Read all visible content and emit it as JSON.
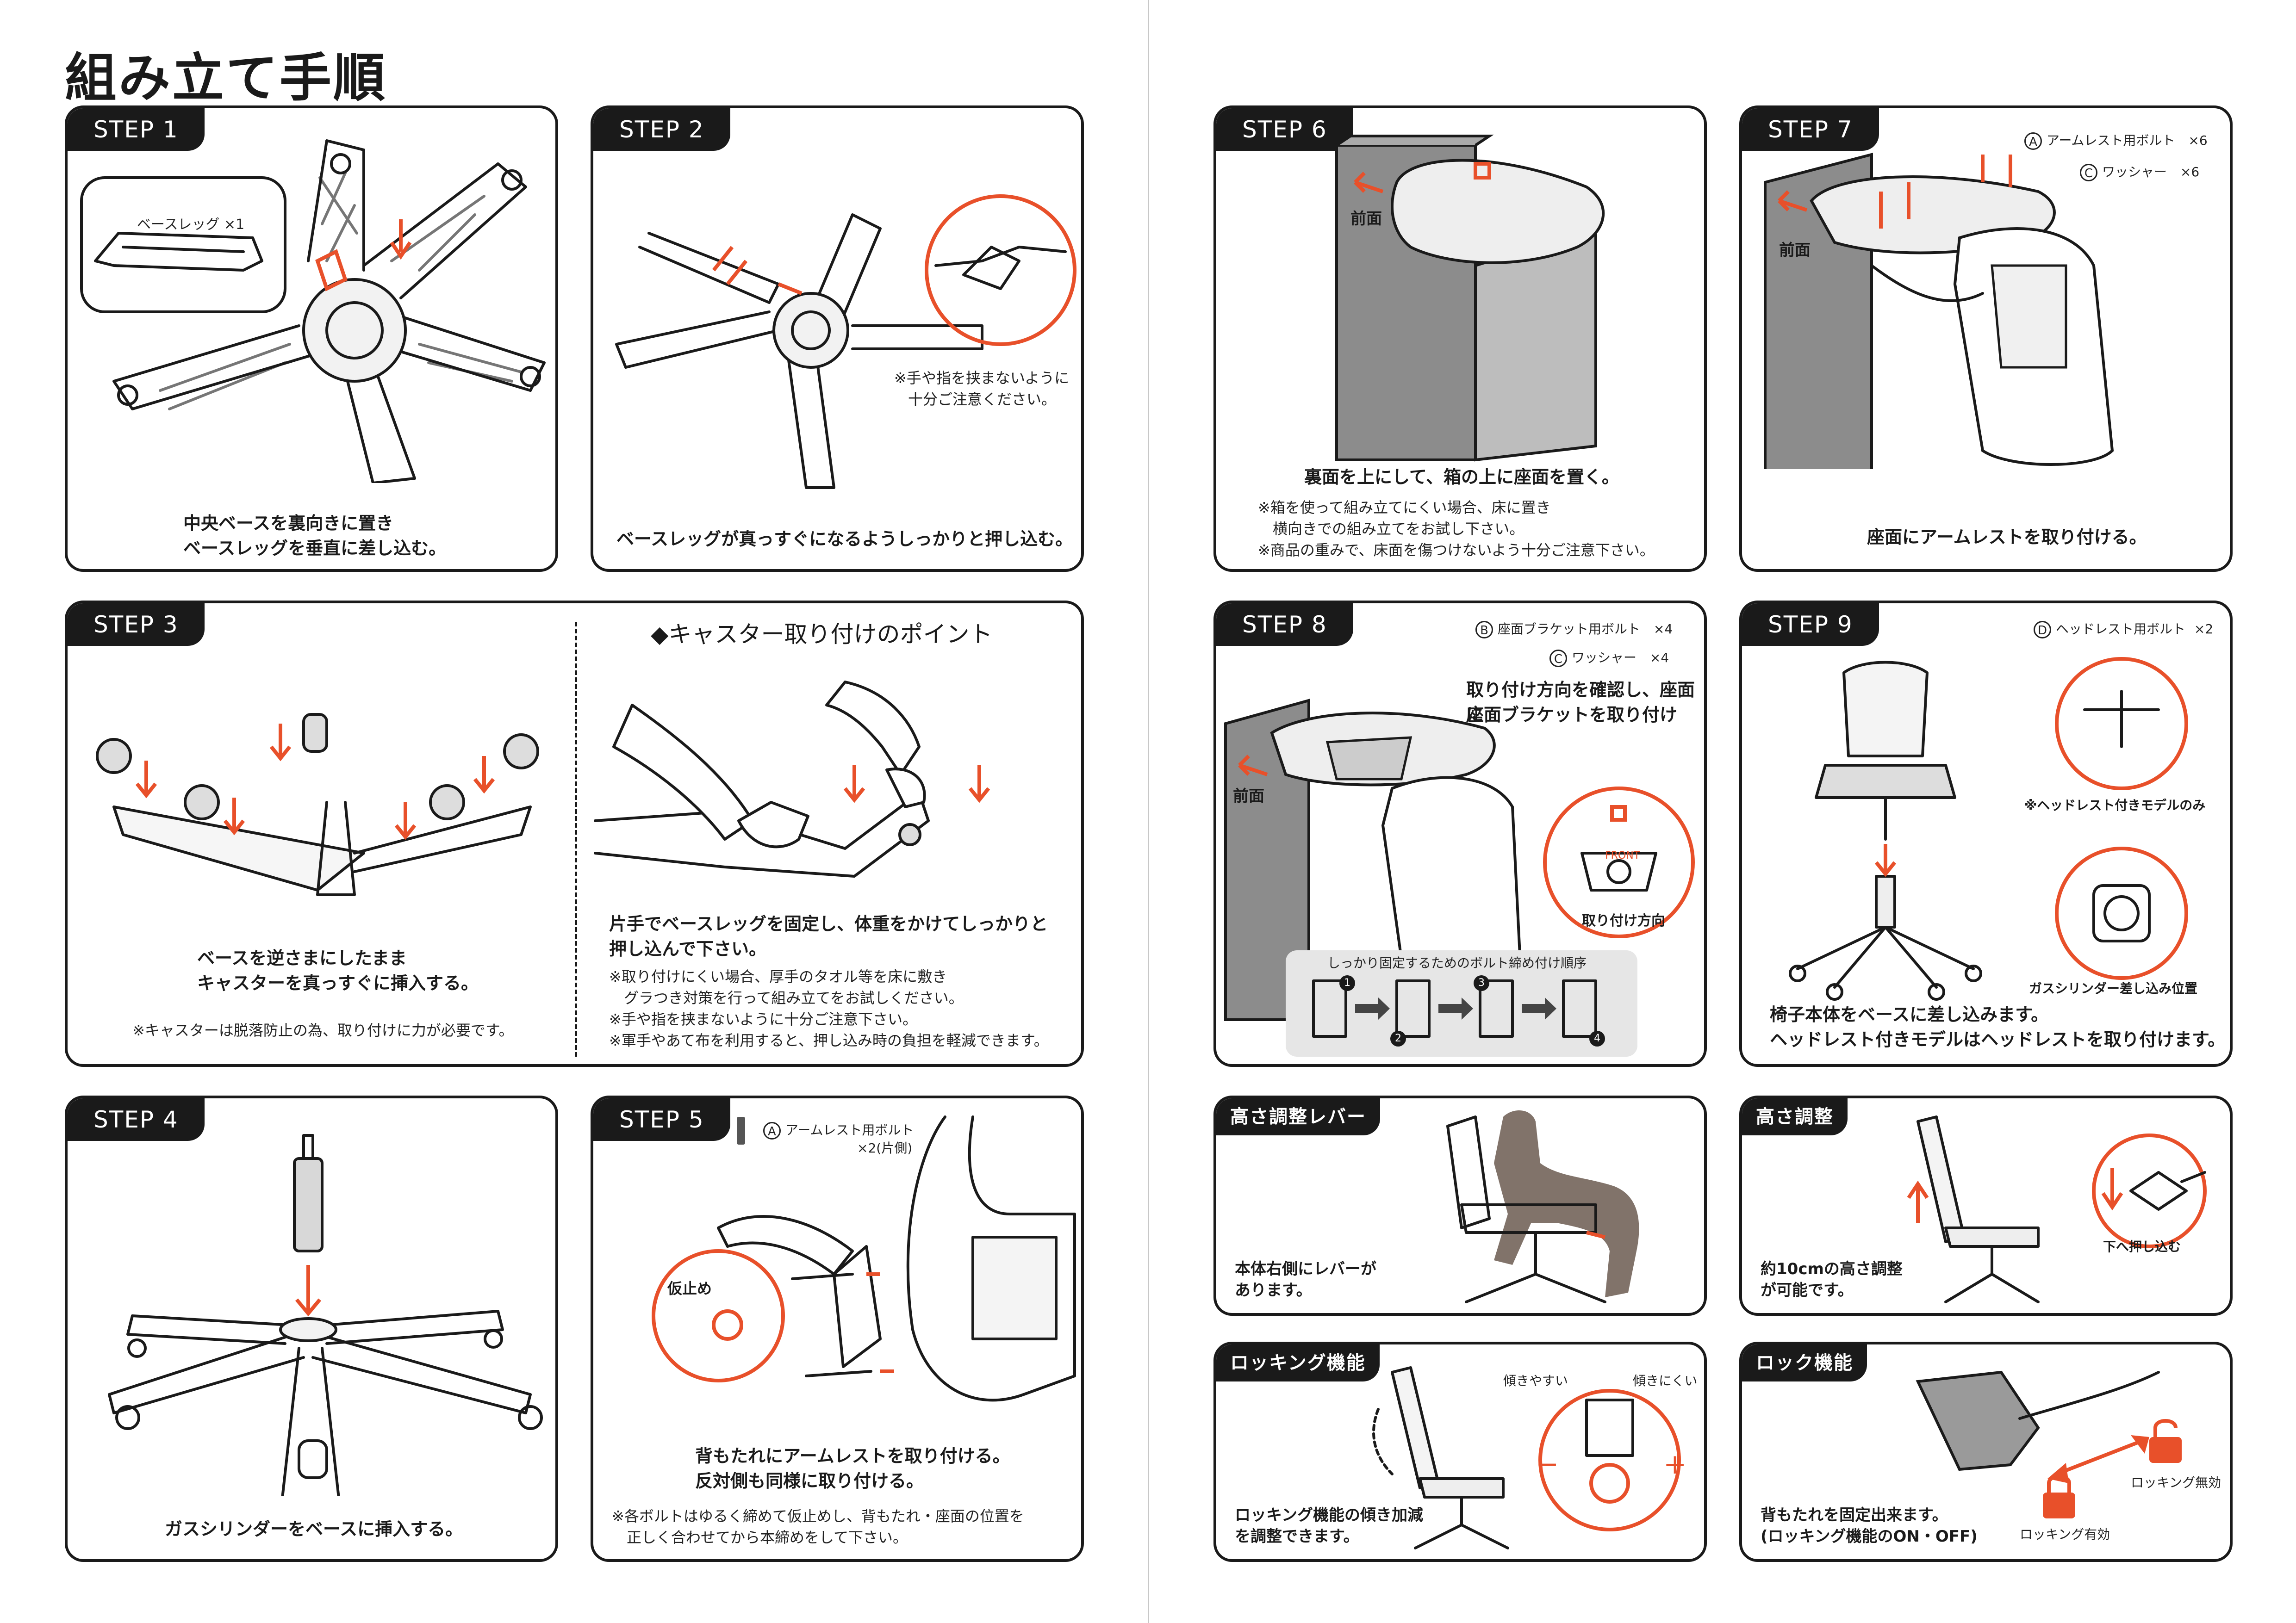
{
  "page": {
    "title": "組み立て手順"
  },
  "step1": {
    "tab": "STEP 1",
    "part_label": "ベースレッグ ×1",
    "caption_line1": "中央ベースを裏向きに置き",
    "caption_line2": "ベースレッグを垂直に差し込む。"
  },
  "step2": {
    "tab": "STEP 2",
    "warn_line1": "※手や指を挟まないように",
    "warn_line2": "十分ご注意ください。",
    "caption": "ベースレッグが真っすぐになるようしっかりと押し込む。"
  },
  "step3": {
    "tab": "STEP 3",
    "caption_line1": "ベースを逆さまにしたまま",
    "caption_line2": "キャスターを真っすぐに挿入する。",
    "note": "※キャスターは脱落防止の為、取り付けに力が必要です。",
    "point_title": "◆キャスター取り付けのポイント",
    "point_caption_line1": "片手でベースレッグを固定し、体重をかけてしっかりと",
    "point_caption_line2": "押し込んで下さい。",
    "point_notes": [
      "※取り付けにくい場合、厚手のタオル等を床に敷き",
      "　グラつき対策を行って組み立てをお試しください。",
      "※手や指を挟まないように十分ご注意下さい。",
      "※軍手やあて布を利用すると、押し込み時の負担を軽減できます。"
    ]
  },
  "step4": {
    "tab": "STEP 4",
    "caption": "ガスシリンダーをベースに挿入する。"
  },
  "step5": {
    "tab": "STEP 5",
    "part_badge": "A",
    "part_label": "アームレスト用ボルト",
    "part_qty": "×2(片側)",
    "callout": "仮止め",
    "caption_line1": "背もたれにアームレストを取り付ける。",
    "caption_line2": "反対側も同様に取り付ける。",
    "note_line1": "※各ボルトはゆるく締めて仮止めし、背もたれ・座面の位置を",
    "note_line2": "　正しく合わせてから本締めをして下さい。"
  },
  "step6": {
    "tab": "STEP 6",
    "front_label": "前面",
    "caption": "裏面を上にして、箱の上に座面を置く。",
    "notes": [
      "※箱を使って組み立てにくい場合、床に置き",
      "　横向きでの組み立てをお試し下さい。",
      "※商品の重みで、床面を傷つけないよう十分ご注意下さい。"
    ]
  },
  "step7": {
    "tab": "STEP 7",
    "front_label": "前面",
    "part_a_badge": "A",
    "part_a_label": "アームレスト用ボルト",
    "part_a_qty": "×6",
    "part_c_badge": "C",
    "part_c_label": "ワッシャー",
    "part_c_qty": "×6",
    "caption": "座面にアームレストを取り付ける。"
  },
  "step8": {
    "tab": "STEP 8",
    "front_label": "前面",
    "part_b_badge": "B",
    "part_b_label": "座面ブラケット用ボルト",
    "part_b_qty": "×4",
    "part_c_badge": "C",
    "part_c_label": "ワッシャー",
    "part_c_qty": "×4",
    "caption_line1": "取り付け方向を確認し、座面に",
    "caption_line2": "座面ブラケットを取り付ける。",
    "direction_label": "取り付け方向",
    "front_mark": "FRONT",
    "order_title": "しっかり固定するためのボルト締め付け順序",
    "order": [
      "1",
      "2",
      "3",
      "4"
    ]
  },
  "step9": {
    "tab": "STEP 9",
    "part_d_badge": "D",
    "part_d_label": "ヘッドレスト用ボルト",
    "part_d_qty": "×2",
    "headrest_note": "※ヘッドレスト付きモデルのみ",
    "gas_label": "ガスシリンダー差し込み位置",
    "caption_line1": "椅子本体をベースに差し込みます。",
    "caption_line2": "ヘッドレスト付きモデルはヘッドレストを取り付けます。"
  },
  "lever": {
    "tab": "高さ調整レバー",
    "caption_line1": "本体右側にレバーが",
    "caption_line2": "あります。"
  },
  "height": {
    "tab": "高さ調整",
    "caption_line1": "約10cmの高さ調整",
    "caption_line2": "が可能です。",
    "push_label": "下へ押し込む"
  },
  "rocking": {
    "tab": "ロッキング機能",
    "easy": "傾きやすい",
    "hard": "傾きにくい",
    "minus": "−",
    "plus": "+",
    "caption_line1": "ロッキング機能の傾き加減",
    "caption_line2": "を調整できます。"
  },
  "lock": {
    "tab": "ロック機能",
    "disabled": "ロッキング無効",
    "enabled": "ロッキング有効",
    "caption_line1": "背もたれを固定出来ます。",
    "caption_line2": "(ロッキング機能のON・OFF)"
  },
  "colors": {
    "accent": "#e8502a",
    "ink": "#1a1a1a",
    "box": "#8c8c8c"
  }
}
